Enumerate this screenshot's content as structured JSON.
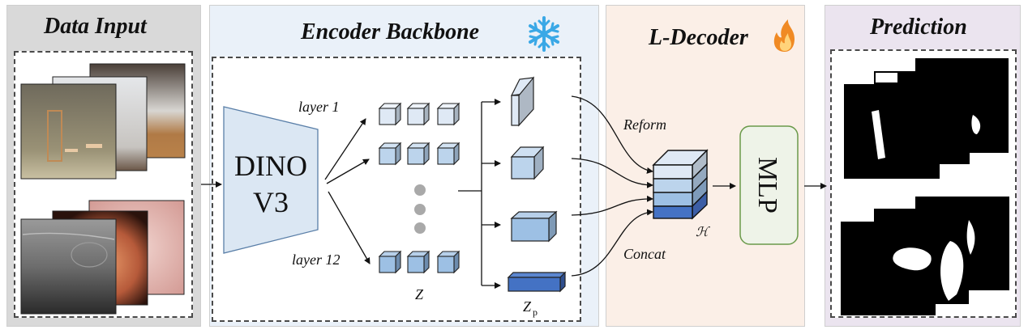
{
  "panels": {
    "input": {
      "title": "Data Input"
    },
    "encoder": {
      "title": "Encoder Backbone",
      "status_icon": "snowflake-icon",
      "status_meaning": "frozen"
    },
    "decoder": {
      "title": "L-Decoder",
      "status_icon": "fire-icon",
      "status_meaning": "trainable"
    },
    "prediction": {
      "title": "Prediction"
    }
  },
  "encoder": {
    "model_line1": "DINO",
    "model_line2": "V3",
    "layer_first": "layer 1",
    "layer_last": "layer 12",
    "token_label": "Z",
    "pyramid_label": "Z",
    "pyramid_sub": "p"
  },
  "decoder": {
    "reform_label": "Reform",
    "concat_label": "Concat",
    "fused_label": "ℋ",
    "head_label": "MLP"
  },
  "input_images": {
    "group1": [
      "indoor-scene-mirror",
      "indoor-scene-person",
      "indoor-scene-room"
    ],
    "group2": [
      "ultrasound",
      "endoscopy",
      "colonoscopy"
    ]
  },
  "colors": {
    "cube_light": "#dfe9f5",
    "cube_mid1": "#bcd4ec",
    "cube_mid2": "#9dc0e4",
    "cube_dark": "#4472c4",
    "mlp_border": "#6a9a4a",
    "mlp_fill": "#eef3e8",
    "snowflake": "#3aa8e6"
  }
}
